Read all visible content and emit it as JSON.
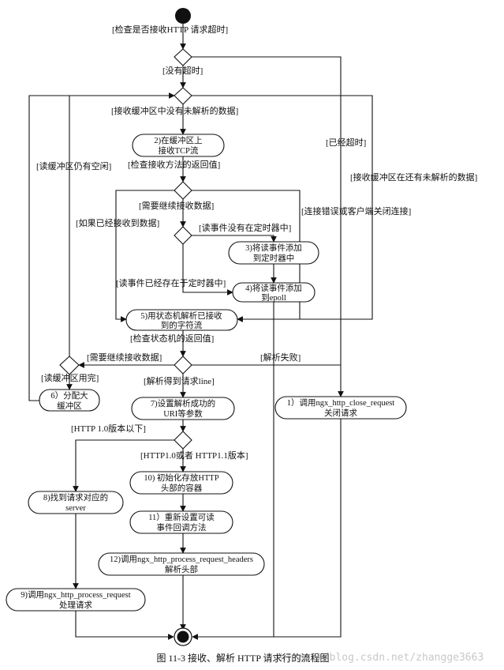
{
  "figure": {
    "caption": "图 11-3   接收、解析 HTTP 请求行的流程图",
    "watermark": "https://blog.csdn.net/zhangge3663"
  },
  "nodes": {
    "n2": [
      "2)在缓冲区上",
      "接收TCP流"
    ],
    "n3": [
      "3)将读事件添加",
      "到定时器中"
    ],
    "n4": [
      "4)将读事件添加",
      "到epoll"
    ],
    "n5": [
      "5)用状态机解析已接收",
      "到的字符流"
    ],
    "n6": [
      "6）分配大",
      "缓冲区"
    ],
    "n7": [
      "7)设置解析成功的",
      "URI等参数"
    ],
    "n1": [
      "1）调用ngx_http_close_request",
      "关闭请求"
    ],
    "n8": [
      "8)找到请求对应的",
      "server"
    ],
    "n9": [
      "9)调用ngx_http_process_request",
      "处理请求"
    ],
    "n10": [
      "10) 初始化存放HTTP",
      "头部的容器"
    ],
    "n11": [
      "11）重新设置可读",
      "事件回调方法"
    ],
    "n12": [
      "12)调用ngx_http_process_request_headers",
      "解析头部"
    ]
  },
  "labels": {
    "check_timeout": "[检查是否接收HTTP 请求超时]",
    "no_timeout": "[没有超时]",
    "no_unparsed": "[接收缓冲区中没有未解析的数据]",
    "timed_out": "[已经超时]",
    "has_unparsed": "[接收缓冲区在还有未解析的数据]",
    "buffer_has_space": "[读缓冲区仍有空闲]",
    "check_recv_return": "[检查接收方法的返回值]",
    "need_more_recv": "[需要继续接收数据]",
    "conn_error": "[连接错误或客户端关闭连接]",
    "already_received": "[如果已经接收到数据]",
    "not_in_timer": "[读事件没有在定时器中]",
    "already_in_timer": "[读事件已经存在于定时器中]",
    "check_sm_return": "[检查状态机的返回值]",
    "need_more_recv2": "[需要继续接收数据]",
    "parse_failed": "[解析失败]",
    "buffer_full": "[读缓冲区用完]",
    "got_request_line": "[解析得到请求line]",
    "http10_below": "[HTTP 1.0版本以下]",
    "http10_or_11": "[HTTP1.0或者 HTTP1.1版本]"
  }
}
